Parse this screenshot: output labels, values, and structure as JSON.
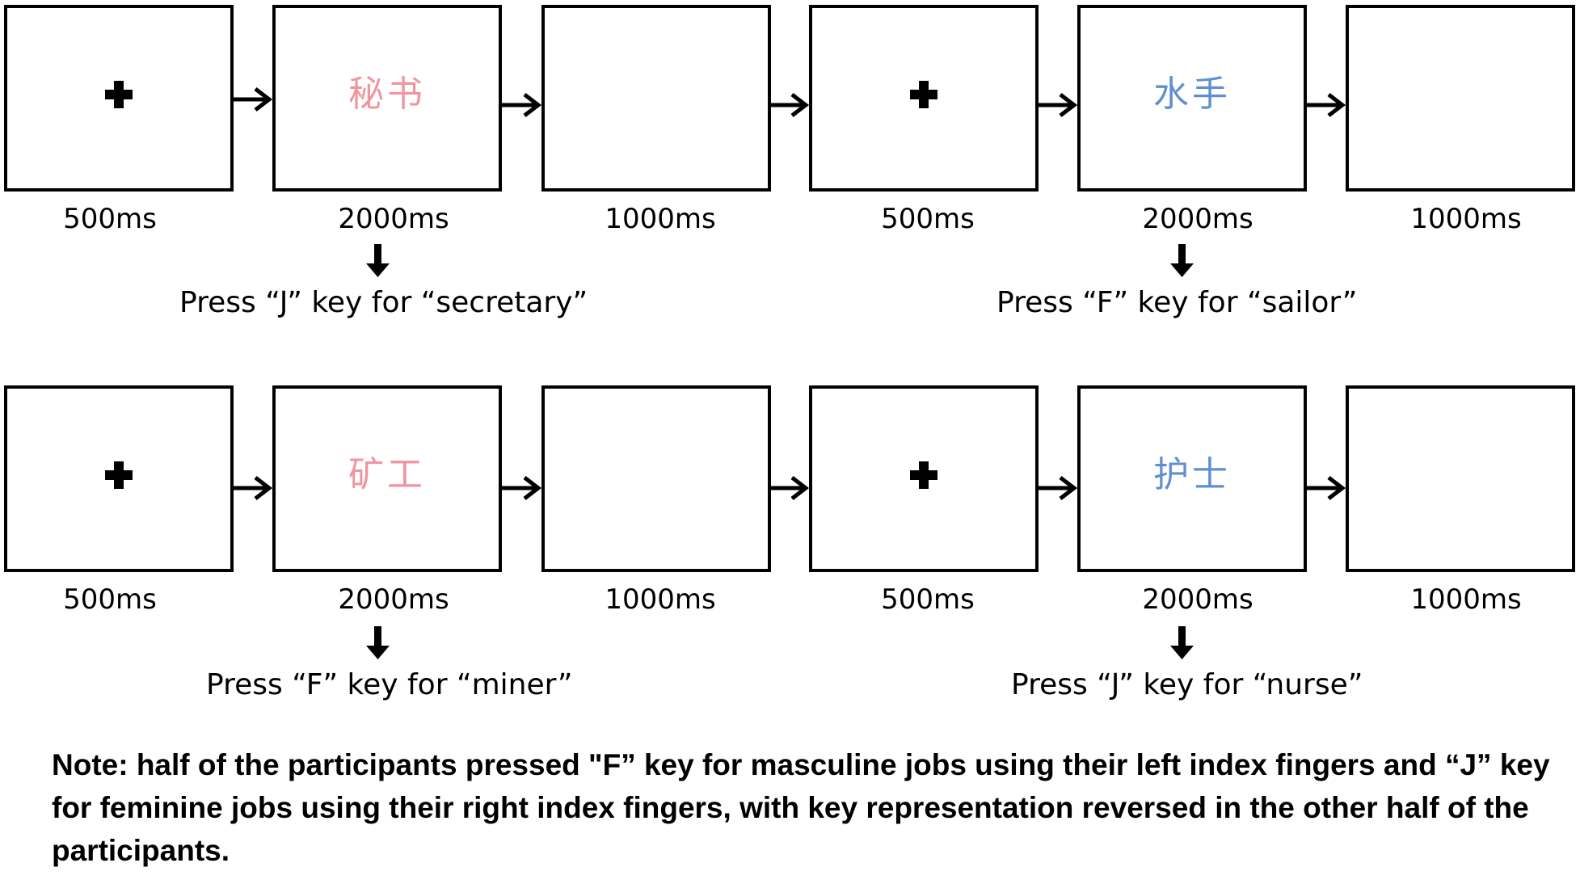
{
  "rows": [
    {
      "frames": [
        {
          "duration": "500ms",
          "type": "fixation"
        },
        {
          "duration": "2000ms",
          "type": "word",
          "word": "秘书",
          "color": "#f0959f"
        },
        {
          "duration": "1000ms",
          "type": "blank"
        },
        {
          "duration": "500ms",
          "type": "fixation"
        },
        {
          "duration": "2000ms",
          "type": "word",
          "word": "水手",
          "color": "#5f8fd2"
        },
        {
          "duration": "1000ms",
          "type": "blank"
        }
      ],
      "responses": [
        "Press  “J” key for “secretary”",
        "Press  “F” key for “sailor”"
      ]
    },
    {
      "frames": [
        {
          "duration": "500ms",
          "type": "fixation"
        },
        {
          "duration": "2000ms",
          "type": "word",
          "word": "矿工",
          "color": "#f0959f"
        },
        {
          "duration": "1000ms",
          "type": "blank"
        },
        {
          "duration": "500ms",
          "type": "fixation"
        },
        {
          "duration": "2000ms",
          "type": "word",
          "word": "护士",
          "color": "#5f8fd2"
        },
        {
          "duration": "1000ms",
          "type": "blank"
        }
      ],
      "responses": [
        "Press  “F” key for “miner”",
        "Press  “J” key for “nurse”"
      ]
    }
  ],
  "note": "Note: half of the participants pressed \"F” key for masculine jobs using their left index fingers and “J” key for feminine jobs using their right index fingers, with key representation reversed in the other half of the participants."
}
